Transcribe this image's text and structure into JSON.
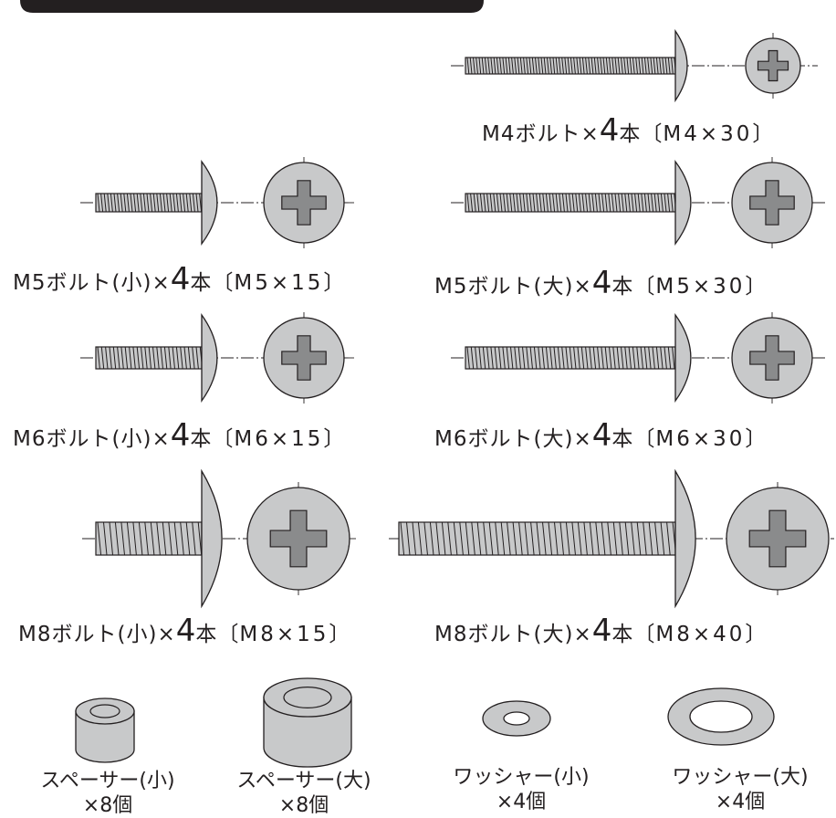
{
  "bolts": [
    {
      "id": "m4",
      "name": "M4ボルト",
      "size": "",
      "mult": "×",
      "qty": "4",
      "unit": "本",
      "spec_open": "〔",
      "spec": "M4×30",
      "spec_close": "〕"
    },
    {
      "id": "m5s",
      "name": "M5ボルト",
      "size": "(小)",
      "mult": "×",
      "qty": "4",
      "unit": "本",
      "spec_open": "〔",
      "spec": "M5×15",
      "spec_close": "〕"
    },
    {
      "id": "m5l",
      "name": "M5ボルト",
      "size": "(大)",
      "mult": "×",
      "qty": "4",
      "unit": "本",
      "spec_open": "〔",
      "spec": "M5×30",
      "spec_close": "〕"
    },
    {
      "id": "m6s",
      "name": "M6ボルト",
      "size": "(小)",
      "mult": "×",
      "qty": "4",
      "unit": "本",
      "spec_open": "〔",
      "spec": "M6×15",
      "spec_close": "〕"
    },
    {
      "id": "m6l",
      "name": "M6ボルト",
      "size": "(大)",
      "mult": "×",
      "qty": "4",
      "unit": "本",
      "spec_open": "〔",
      "spec": "M6×30",
      "spec_close": "〕"
    },
    {
      "id": "m8s",
      "name": "M8ボルト",
      "size": "(小)",
      "mult": "×",
      "qty": "4",
      "unit": "本",
      "spec_open": "〔",
      "spec": "M8×15",
      "spec_close": "〕"
    },
    {
      "id": "m8l",
      "name": "M8ボルト",
      "size": "(大)",
      "mult": "×",
      "qty": "4",
      "unit": "本",
      "spec_open": "〔",
      "spec": "M8×40",
      "spec_close": "〕"
    }
  ],
  "parts": [
    {
      "name": "スペーサー(小)",
      "qty": "×8個"
    },
    {
      "name": "スペーサー(大)",
      "qty": "×8個"
    },
    {
      "name": "ワッシャー(小)",
      "qty": "×4個"
    },
    {
      "name": "ワッシャー(大)",
      "qty": "×4個"
    }
  ],
  "colors": {
    "fill": "#c8c9ca",
    "line": "#231f20",
    "header": "#231f20",
    "slot": "#8a8b8c"
  }
}
